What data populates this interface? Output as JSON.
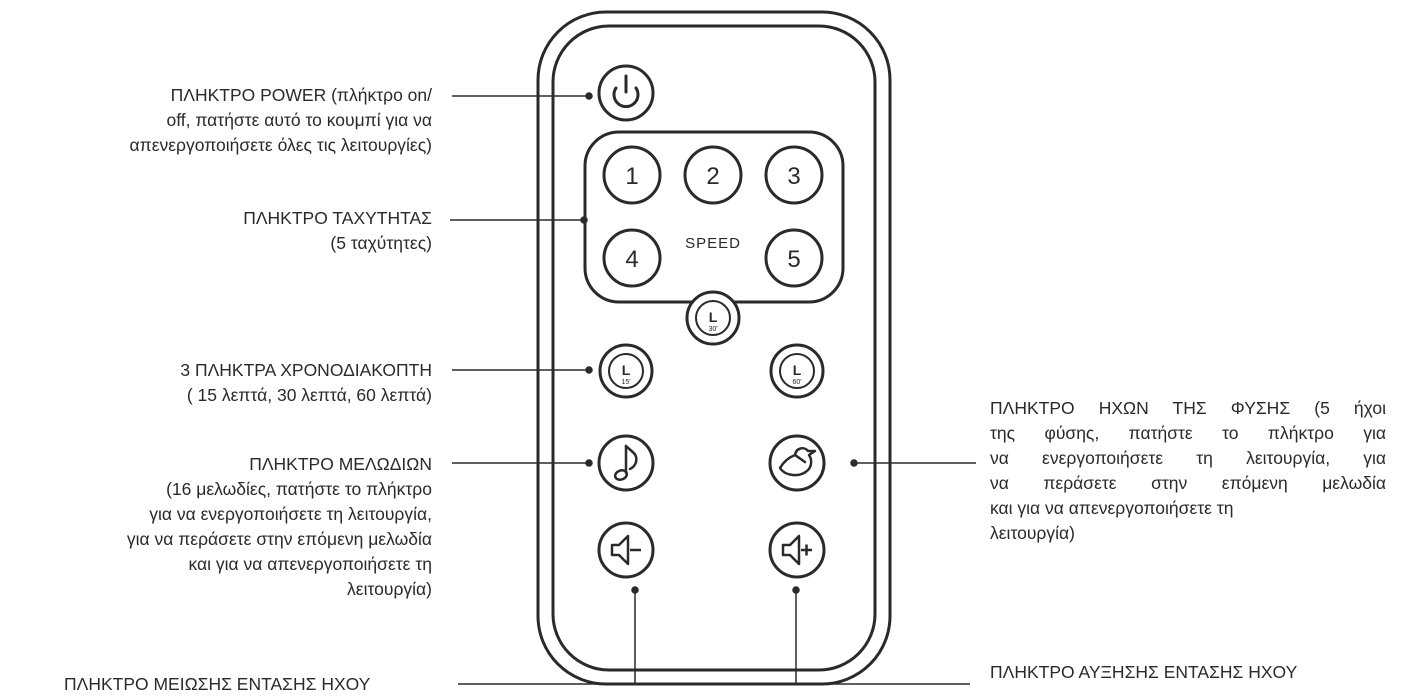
{
  "remote": {
    "number_keys": [
      "1",
      "2",
      "3",
      "4",
      "5"
    ],
    "speed_label": "SPEED",
    "timer_keys": [
      {
        "letter": "L",
        "minutes": "30'"
      },
      {
        "letter": "L",
        "minutes": "15'"
      },
      {
        "letter": "L",
        "minutes": "60'"
      }
    ]
  },
  "labels": {
    "power": [
      "ΠΛΗΚΤΡΟ POWER  (πλήκτρο on/",
      "off, πατήστε αυτό το  κουμπί για να",
      "απενεργοποιήσετε όλες τις λειτουργίες)"
    ],
    "speed": [
      "ΠΛΗΚΤΡΟ ΤΑΧΥΤΗΤΑΣ",
      "(5 ταχύτητες)"
    ],
    "timer": [
      "3 ΠΛΗΚΤΡΑ ΧΡΟΝΟΔΙΑΚΟΠΤΗ",
      "( 15 λεπτά, 30 λεπτά, 60 λεπτά)"
    ],
    "melody": [
      "ΠΛΗΚΤΡΟ ΜΕΛΩΔΙΩΝ",
      "(16 μελωδίες, πατήστε το πλήκτρο",
      "για να ενεργοποιήσετε τη λειτουργία,",
      "για να περάσετε στην επόμενη μελωδία",
      "και για να απενεργοποιήσετε τη",
      "λειτουργία)"
    ],
    "nature": [
      "ΠΛΗΚΤΡΟ ΗΧΩΝ ΤΗΣ ΦΥΣΗΣ (5 ήχοι",
      "της φύσης, πατήστε το πλήκτρο για",
      "να ενεργοποιήσετε τη  λειτουργία, για",
      "να περάσετε στην επόμενη μελωδία",
      "και για να απενεργοποιήσετε τη",
      "λειτουργία)"
    ],
    "volume_down": [
      "ΠΛΗΚΤΡΟ ΜΕΙΩΣΗΣ ΕΝΤΑΣΗΣ ΗΧΟΥ"
    ],
    "volume_up": [
      "ΠΛΗΚΤΡΟ ΑΥΞΗΣΗΣ ΕΝΤΑΣΗΣ ΗΧΟΥ"
    ]
  },
  "icons": {
    "power": "power-icon",
    "melody": "music-note-icon",
    "nature": "bird-icon",
    "volume_down": "speaker-minus-icon",
    "volume_up": "speaker-plus-icon"
  },
  "colors": {
    "line": "#2a2a2a",
    "text": "#2a2a2a",
    "background": "#ffffff"
  }
}
